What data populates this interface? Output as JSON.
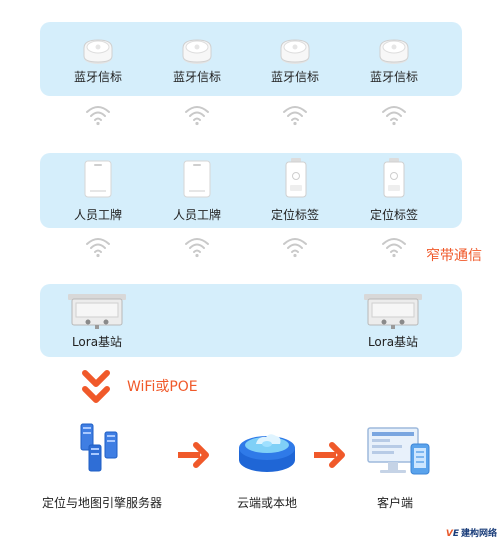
{
  "beacons": {
    "label": "蓝牙信标",
    "count": 4
  },
  "devices": [
    "人员工牌",
    "人员工牌",
    "定位标签",
    "定位标签"
  ],
  "narrowband_label": "窄带通信",
  "lora": [
    "Lora基站",
    "Lora基站"
  ],
  "uplink_label": "WiFi或POE",
  "bottom": {
    "server": "定位与地图引擎服务器",
    "cloud": "云端或本地",
    "client": "客户端"
  },
  "watermark": "建构网络",
  "colors": {
    "panel": "#d5eefb",
    "arrow": "#f0592a",
    "accent_blue": "#1f66d6",
    "signal": "#c9c9c9"
  }
}
